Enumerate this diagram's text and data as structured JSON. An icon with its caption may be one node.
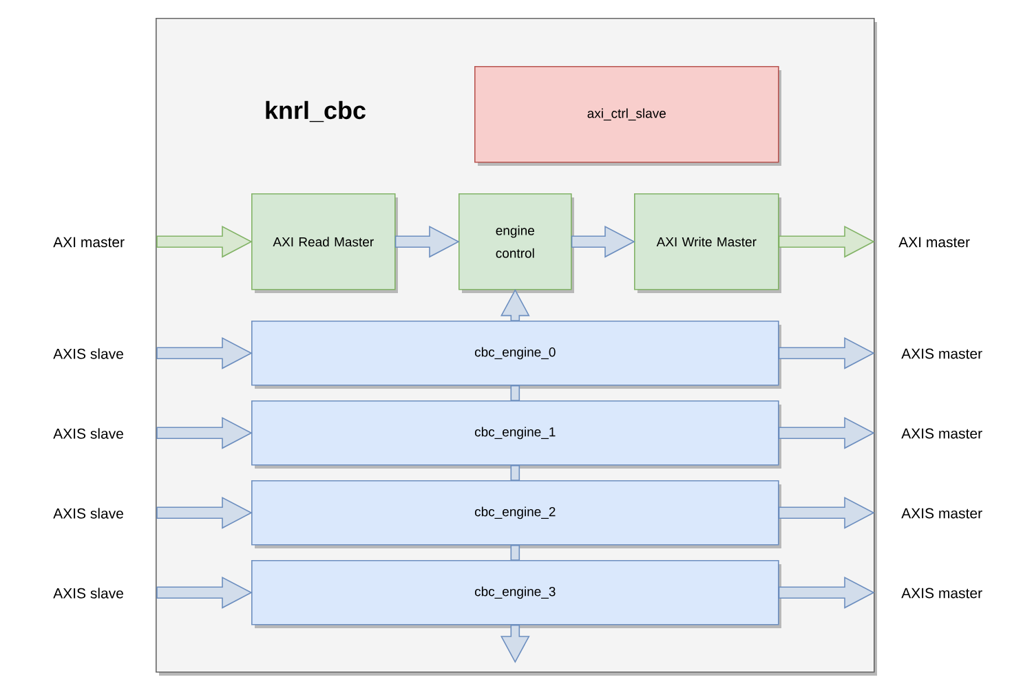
{
  "diagram": {
    "nodes": [
      {
        "text": [
          "knrl_cbc"
        ]
      },
      {
        "text": [
          "axi_ctrl_slave"
        ],
        "in": 0
      },
      {
        "text": [
          "AXI Read Master"
        ],
        "in": 0
      },
      {
        "text": [
          "engine control"
        ],
        "in": 0
      },
      {
        "text": [
          "AXI Write Master"
        ],
        "in": 0
      },
      {
        "text": [
          "cbc_engine_0"
        ],
        "in": 0
      },
      {
        "text": [
          "cbc_engine_1"
        ],
        "in": 0
      },
      {
        "text": [
          "cbc_engine_2"
        ],
        "in": 0
      },
      {
        "text": [
          "cbc_engine_3"
        ],
        "in": 0
      }
    ],
    "edges": [
      {
        "from": null,
        "to": 2,
        "arrow": "to",
        "color": "#82b366"
      },
      {
        "from": 2,
        "to": 3,
        "arrow": "to"
      },
      {
        "from": 3,
        "to": 4,
        "arrow": "to"
      },
      {
        "from": 4,
        "to": null,
        "arrow": "to",
        "color": "#82b366"
      },
      {
        "from": 5,
        "to": 3,
        "arrow": "to"
      },
      {
        "from": 5,
        "to": 6,
        "arrow": "none"
      },
      {
        "from": 6,
        "to": 7,
        "arrow": "none"
      },
      {
        "from": 7,
        "to": 8,
        "arrow": "none"
      },
      {
        "from": 8,
        "to": null,
        "arrow": "to"
      },
      {
        "from": null,
        "to": 5,
        "arrow": "to"
      },
      {
        "from": null,
        "to": 6,
        "arrow": "to"
      },
      {
        "from": null,
        "to": 7,
        "arrow": "to"
      },
      {
        "from": null,
        "to": 8,
        "arrow": "to"
      },
      {
        "from": 5,
        "to": null,
        "arrow": "to"
      },
      {
        "from": 6,
        "to": null,
        "arrow": "to"
      },
      {
        "from": 7,
        "to": null,
        "arrow": "to"
      },
      {
        "from": 8,
        "to": null,
        "arrow": "to"
      }
    ],
    "labels": [
      "AXI master",
      "AXI master",
      "AXIS slave",
      "AXIS master",
      "AXIS slave",
      "AXIS master",
      "AXIS slave",
      "AXIS master",
      "AXIS slave",
      "AXIS master"
    ]
  }
}
